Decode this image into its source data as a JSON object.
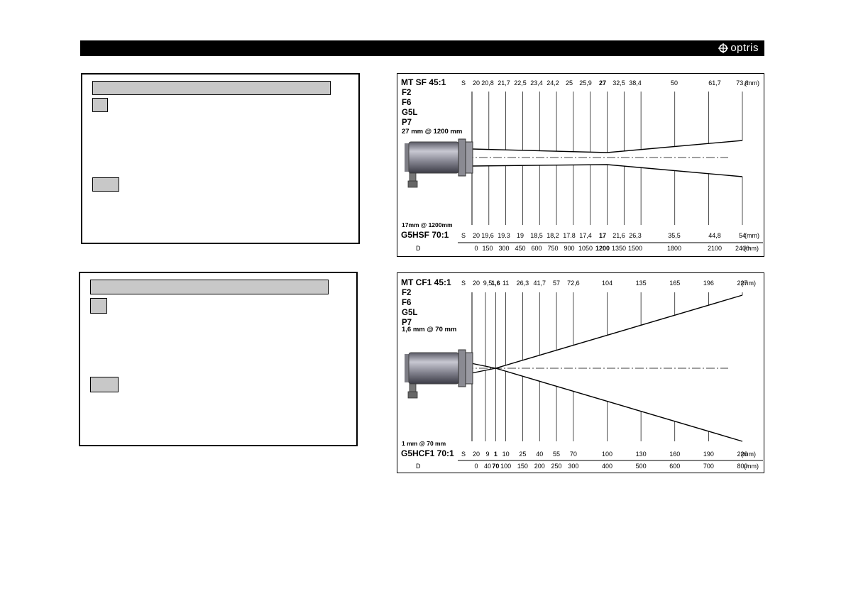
{
  "header": {
    "logo_text": "optris"
  },
  "diagram_sf": {
    "top_title": "MT  SF  45:1",
    "bottom_title": "G5HSF  70:1",
    "models": [
      "F2",
      "F6",
      "G5L",
      "P7"
    ],
    "top_note": "27 mm @ 1200 mm",
    "bottom_note": "17mm @ 1200mm",
    "s_label": "S",
    "d_label": "D",
    "unit": "(mm)",
    "top_s": [
      "20",
      "20,8",
      "21,7",
      "22,5",
      "23,4",
      "24,2",
      "25",
      "25,9",
      "27",
      "32,5",
      "38,4",
      "50",
      "61,7",
      "73,4"
    ],
    "bottom_s": [
      "20",
      "19,6",
      "19.3",
      "19",
      "18,5",
      "18,2",
      "17.8",
      "17,4",
      "17",
      "21,6",
      "26,3",
      "35,5",
      "44,8",
      "54"
    ],
    "d_values": [
      "0",
      "150",
      "300",
      "450",
      "600",
      "750",
      "900",
      "1050",
      "1200",
      "1350",
      "1500",
      "1800",
      "2100",
      "2400"
    ],
    "bold_index": 8
  },
  "diagram_cf": {
    "top_title": "MT  CF1  45:1",
    "bottom_title": "G5HCF1  70:1",
    "models": [
      "F2",
      "F6",
      "G5L",
      "P7"
    ],
    "top_note": "1,6 mm @ 70 mm",
    "bottom_note": "1 mm @ 70 mm",
    "s_label": "S",
    "d_label": "D",
    "unit": "(mm)",
    "top_s": [
      "20",
      "9,5",
      "1,6",
      "11",
      "26,3",
      "41,7",
      "57",
      "72,6",
      "104",
      "135",
      "165",
      "196",
      "227"
    ],
    "bottom_s": [
      "20",
      "9",
      "1",
      "10",
      "25",
      "40",
      "55",
      "70",
      "100",
      "130",
      "160",
      "190",
      "220"
    ],
    "d_values": [
      "0",
      "40",
      "70",
      "100",
      "150",
      "200",
      "250",
      "300",
      "400",
      "500",
      "600",
      "700",
      "800"
    ],
    "bold_index": 2
  }
}
